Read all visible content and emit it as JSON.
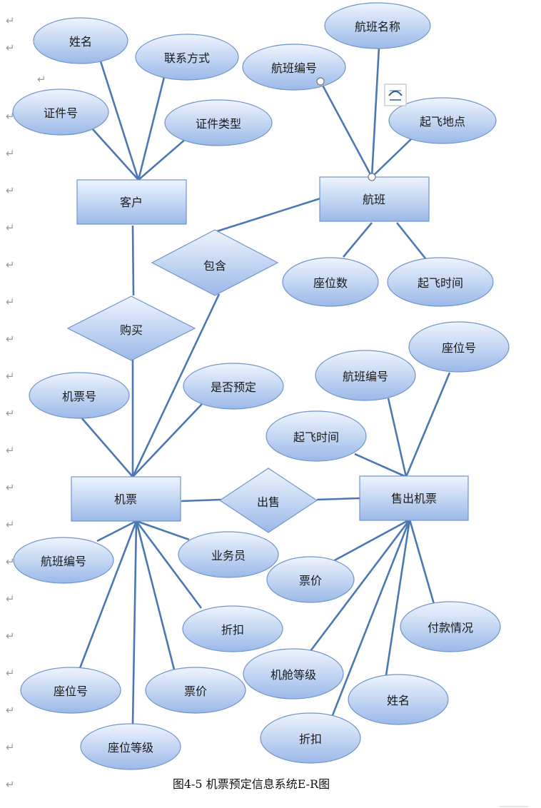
{
  "diagram": {
    "caption": "图4-5 机票预定信息系统E-R图",
    "paragraph_mark": "↵",
    "entities": [
      {
        "id": "customer",
        "label": "客户"
      },
      {
        "id": "flight",
        "label": "航班"
      },
      {
        "id": "ticket",
        "label": "机票"
      },
      {
        "id": "sold",
        "label": "售出机票"
      }
    ],
    "relationships": [
      {
        "id": "contains",
        "label": "包含"
      },
      {
        "id": "buy",
        "label": "购买"
      },
      {
        "id": "sell",
        "label": "出售"
      }
    ],
    "attributes": [
      {
        "id": "c-name",
        "label": "姓名"
      },
      {
        "id": "c-contact",
        "label": "联系方式"
      },
      {
        "id": "c-idno",
        "label": "证件号"
      },
      {
        "id": "c-idtype",
        "label": "证件类型"
      },
      {
        "id": "f-name",
        "label": "航班名称"
      },
      {
        "id": "f-no",
        "label": "航班编号"
      },
      {
        "id": "f-origin",
        "label": "起飞地点"
      },
      {
        "id": "f-seats",
        "label": "座位数"
      },
      {
        "id": "f-time",
        "label": "起飞时间"
      },
      {
        "id": "t-no",
        "label": "机票号"
      },
      {
        "id": "t-reserved",
        "label": "是否预定"
      },
      {
        "id": "t-flightno",
        "label": "航班编号"
      },
      {
        "id": "t-clerk",
        "label": "业务员"
      },
      {
        "id": "t-discount",
        "label": "折扣"
      },
      {
        "id": "t-seat",
        "label": "座位号"
      },
      {
        "id": "t-price",
        "label": "票价"
      },
      {
        "id": "t-seatclass",
        "label": "座位等级"
      },
      {
        "id": "s-seat",
        "label": "座位号"
      },
      {
        "id": "s-flightno",
        "label": "航班编号"
      },
      {
        "id": "s-time",
        "label": "起飞时间"
      },
      {
        "id": "s-price",
        "label": "票价"
      },
      {
        "id": "s-payment",
        "label": "付款情况"
      },
      {
        "id": "s-cabin",
        "label": "机舱等级"
      },
      {
        "id": "s-name",
        "label": "姓名"
      },
      {
        "id": "s-discount",
        "label": "折扣"
      }
    ]
  },
  "colors": {
    "line": "#4a78b4",
    "shape_stroke": "#6f95c8",
    "fill_top": "#e9f1fd",
    "fill_bottom": "#98b6e6"
  }
}
